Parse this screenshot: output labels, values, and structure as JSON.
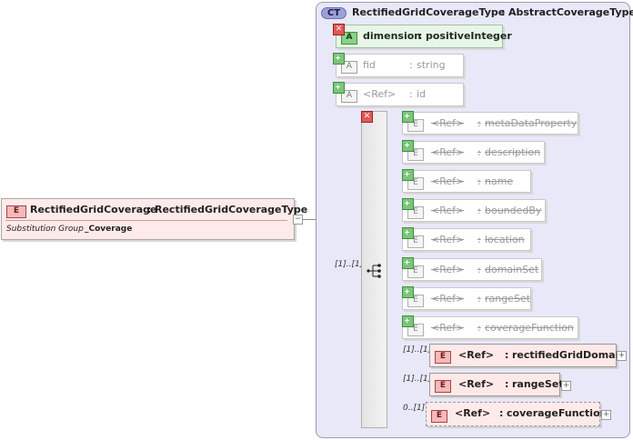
{
  "root_element": {
    "badge": "E",
    "name": "RectifiedGridCoverage",
    "type": "RectifiedGridCoverageType",
    "subst_label": "Substitution Group",
    "subst_value": "_Coverage",
    "collapse_symbol": "−"
  },
  "complex_type": {
    "badge": "CT",
    "name": "RectifiedGridCoverageType",
    "base": "AbstractCoverageType"
  },
  "attributes": [
    {
      "badge": "A",
      "name": "dimension",
      "type": "positiveInteger"
    },
    {
      "badge": "A",
      "name": "fid",
      "type": "string"
    },
    {
      "badge": "A",
      "name": "<Ref>",
      "type": "id"
    }
  ],
  "sequence_cardinality": "[1]..[1]",
  "inherited_elements": [
    {
      "badge": "E",
      "ref": "<Ref>",
      "name": "metaDataProperty"
    },
    {
      "badge": "E",
      "ref": "<Ref>",
      "name": "description"
    },
    {
      "badge": "E",
      "ref": "<Ref>",
      "name": "name"
    },
    {
      "badge": "E",
      "ref": "<Ref>",
      "name": "boundedBy"
    },
    {
      "badge": "E",
      "ref": "<Ref>",
      "name": "location"
    },
    {
      "badge": "E",
      "ref": "<Ref>",
      "name": "domainSet"
    },
    {
      "badge": "E",
      "ref": "<Ref>",
      "name": "rangeSet"
    },
    {
      "badge": "E",
      "ref": "<Ref>",
      "name": "coverageFunction"
    }
  ],
  "child_elements": [
    {
      "card": "[1]..[1]",
      "badge": "E",
      "ref": "<Ref>",
      "name": "rectifiedGridDomain",
      "expand": "+"
    },
    {
      "card": "[1]..[1]",
      "badge": "E",
      "ref": "<Ref>",
      "name": "rangeSet",
      "expand": "+"
    },
    {
      "card": "0..[1]",
      "badge": "E",
      "ref": "<Ref>",
      "name": "coverageFunction",
      "expand": "+"
    }
  ],
  "separator": ":"
}
